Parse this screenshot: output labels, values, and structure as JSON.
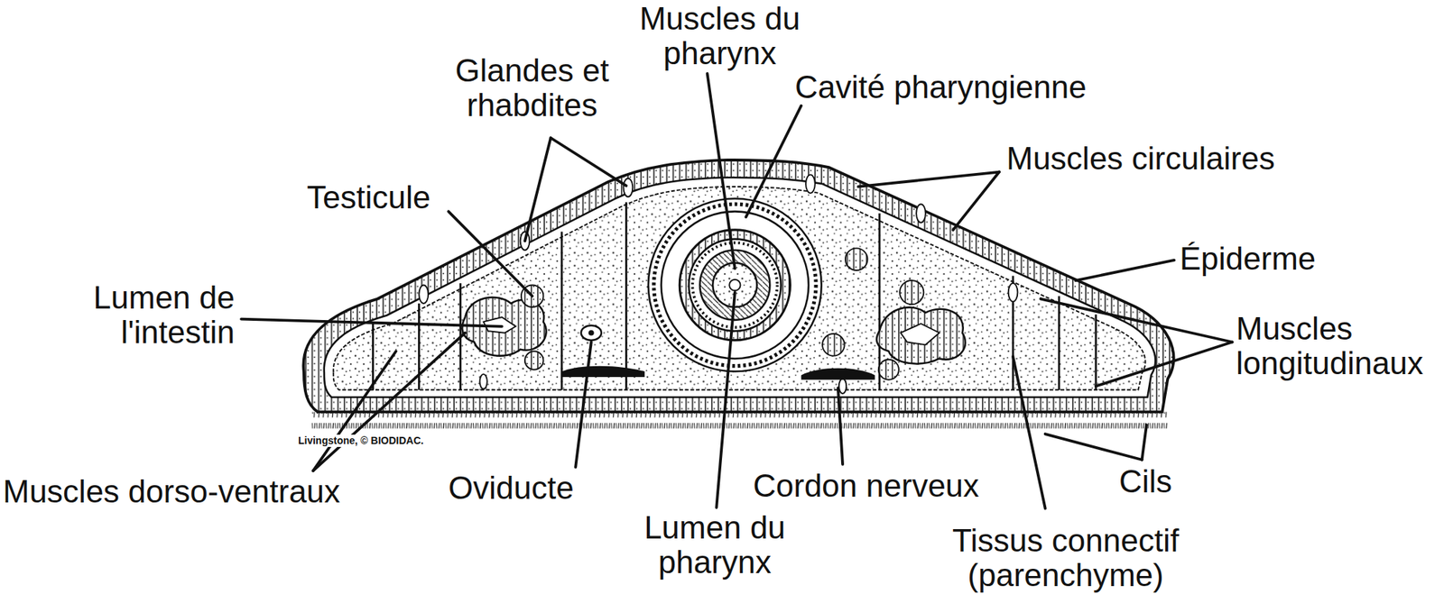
{
  "diagram": {
    "labels": [
      "Muscles du pharynx",
      "Cavité pharyngienne",
      "Glandes et rhabdites",
      "Muscles circulaires",
      "Testicule",
      "Épiderme",
      "Lumen de l'intestin",
      "Muscles longitudinaux",
      "Muscles dorso-ventraux",
      "Oviducte",
      "Lumen du pharynx",
      "Cordon nerveux",
      "Cils",
      "Tissus connectif (parenchyme)",
      "Livingstone, © BIODIDAC."
    ]
  }
}
